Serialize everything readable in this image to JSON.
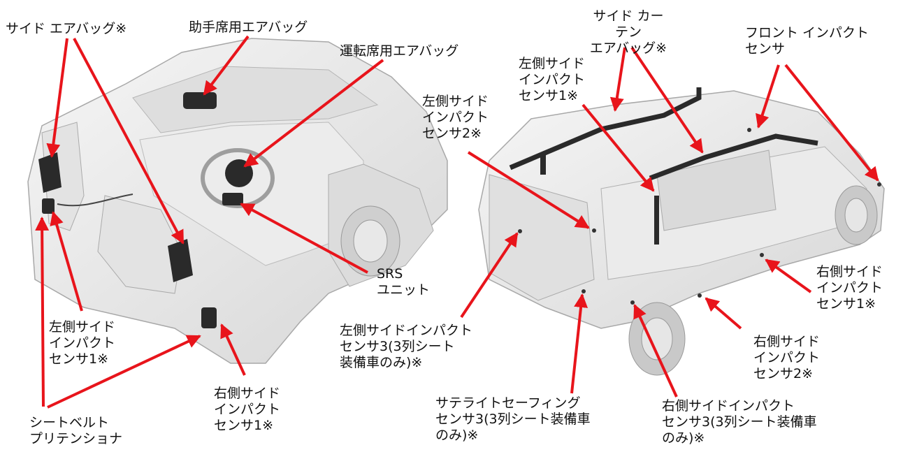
{
  "labels": {
    "side_airbag": "サイド エアバッグ※",
    "passenger_airbag": "助手席用エアバッグ",
    "driver_airbag": "運転席用エアバッグ",
    "srs_unit": "SRS\nユニット",
    "left_side_sensor1_interior": "左側サイド\nインパクト\nセンサ1※",
    "seatbelt_pretensioner": "シートベルト\nプリテンショナ",
    "right_side_sensor1_interior": "右側サイド\nインパクト\nセンサ1※",
    "curtain_airbag": "サイド カーテン\nエアバッグ※",
    "left_side_sensor1_exterior": "左側サイド\nインパクト\nセンサ1※",
    "front_impact_sensor": "フロント インパクト\nセンサ",
    "left_side_sensor2": "左側サイド\nインパクト\nセンサ2※",
    "left_side_sensor3": "左側サイドインパクト\nセンサ3(3列シート\n装備車のみ)※",
    "satellite_safing_sensor3": "サテライトセーフィング\nセンサ3(3列シート装備車\nのみ)※",
    "right_side_sensor3": "右側サイドインパクト\nセンサ3(3列シート装備車\nのみ)※",
    "right_side_sensor2": "右側サイド\nインパクト\nセンサ2※",
    "right_side_sensor1_exterior": "右側サイド\nインパクト\nセンサ1※"
  },
  "colors": {
    "arrow": "#e8141b",
    "car_body": "#e9e9e9",
    "car_edge": "#9c9c9c",
    "component": "#2a2a2a"
  }
}
